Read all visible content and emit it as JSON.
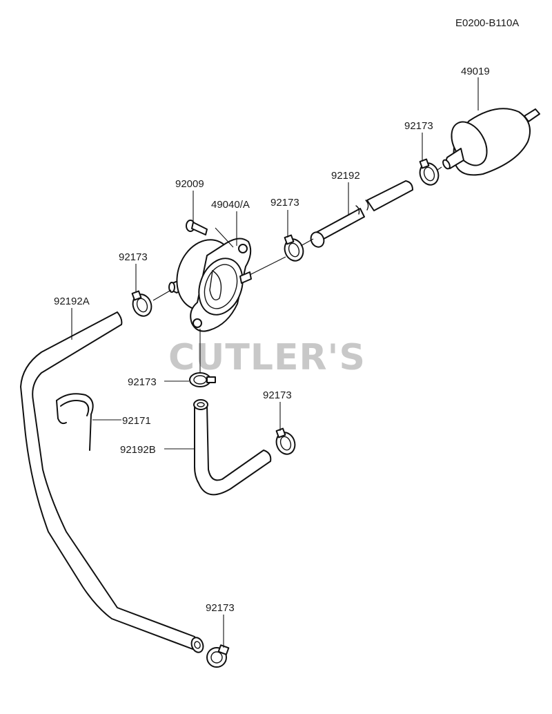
{
  "diagram_code": "E0200-B110A",
  "watermark": "CUTLER'S",
  "labels": {
    "filter": "49019",
    "clamp_filter": "92173",
    "hose_top": "92192",
    "clamp_hose_top": "92173",
    "screw": "92009",
    "pump": "49040/A",
    "clamp_pump_inlet": "92173",
    "hose_long": "92192A",
    "clamp_pump_bottom": "92173",
    "clip": "92171",
    "hose_bent": "92192B",
    "clamp_bent": "92173",
    "clamp_bottom": "92173"
  }
}
